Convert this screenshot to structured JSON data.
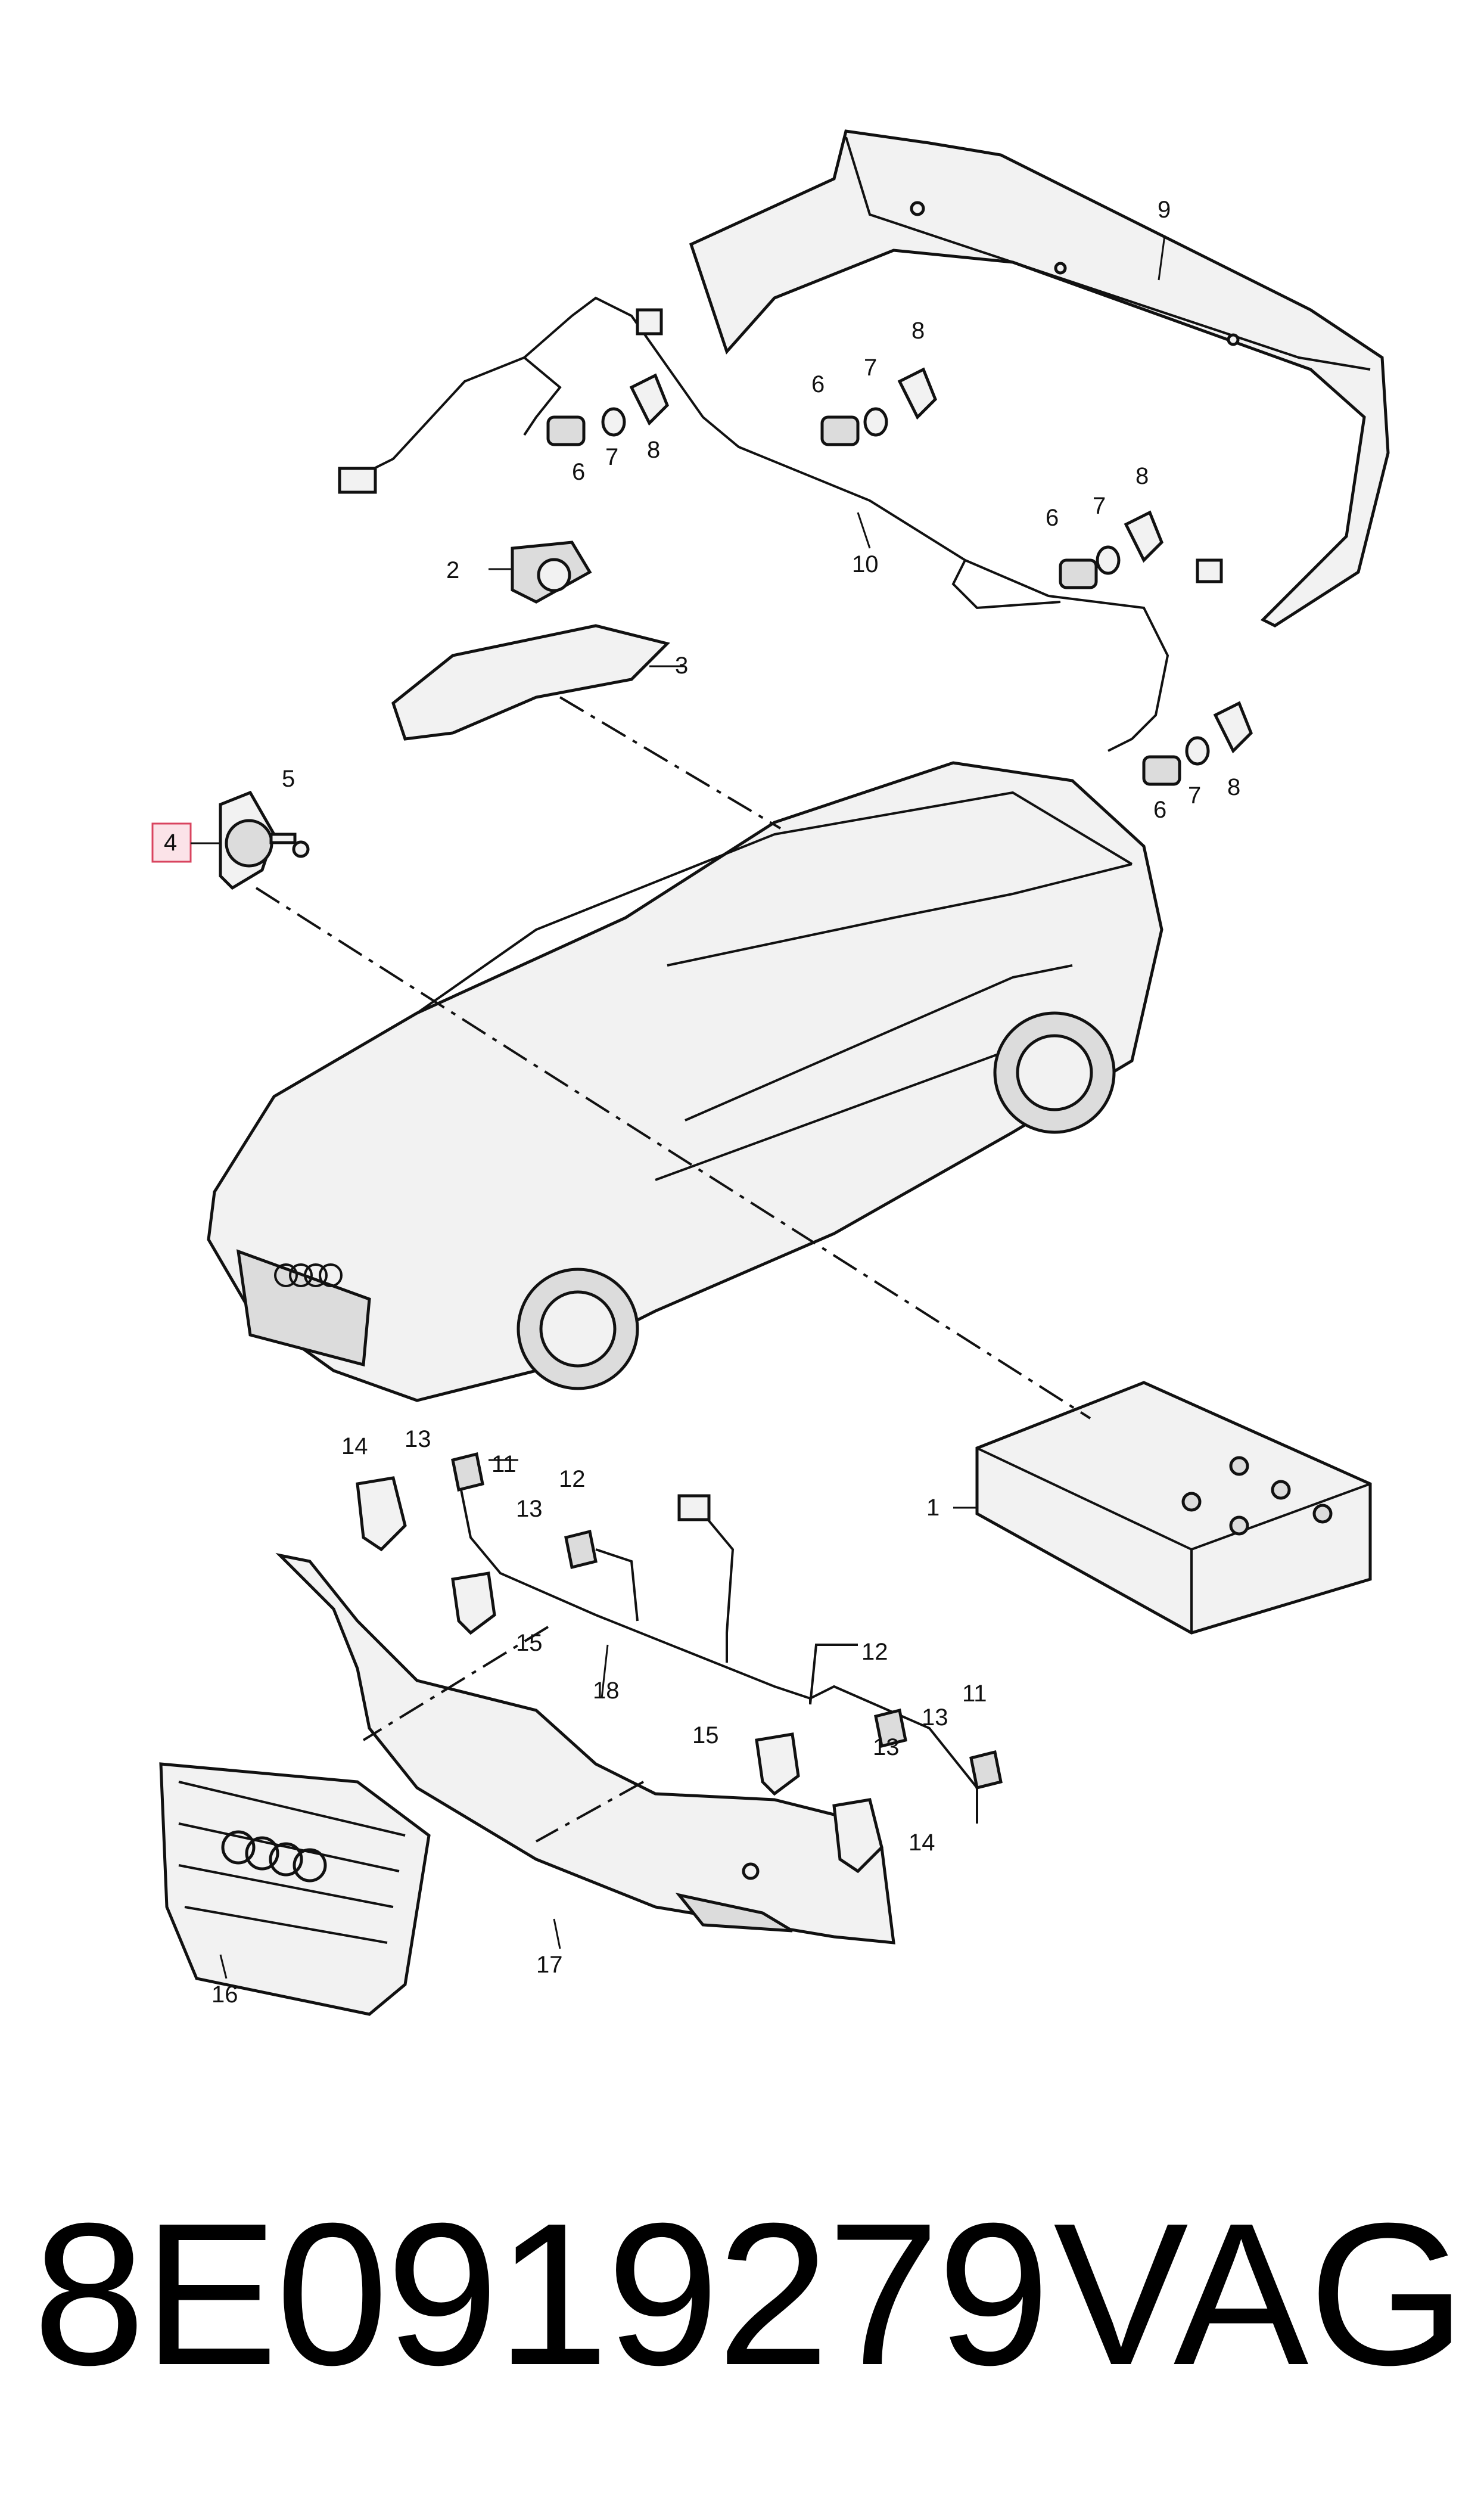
{
  "footer": {
    "part_number": "8E0919279",
    "brand": "VAG"
  },
  "callouts": {
    "c1": "1",
    "c2": "2",
    "c3": "3",
    "c4": "4",
    "c5": "5",
    "c6a": "6",
    "c6b": "6",
    "c6c": "6",
    "c6d": "6",
    "c7a": "7",
    "c7b": "7",
    "c7c": "7",
    "c7d": "7",
    "c8a": "8",
    "c8b": "8",
    "c8c": "8",
    "c8d": "8",
    "c9": "9",
    "c10": "10",
    "c11a": "11",
    "c11b": "11",
    "c12a": "12",
    "c12b": "12",
    "c13a": "13",
    "c13b": "13",
    "c13c": "13",
    "c13d": "13",
    "c14a": "14",
    "c14b": "14",
    "c15a": "15",
    "c15b": "15",
    "c16": "16",
    "c17": "17",
    "c18": "18"
  },
  "highlighted_callout": "4",
  "colors": {
    "highlight_fill": "#fbe3e8",
    "highlight_stroke": "#d9445f"
  }
}
